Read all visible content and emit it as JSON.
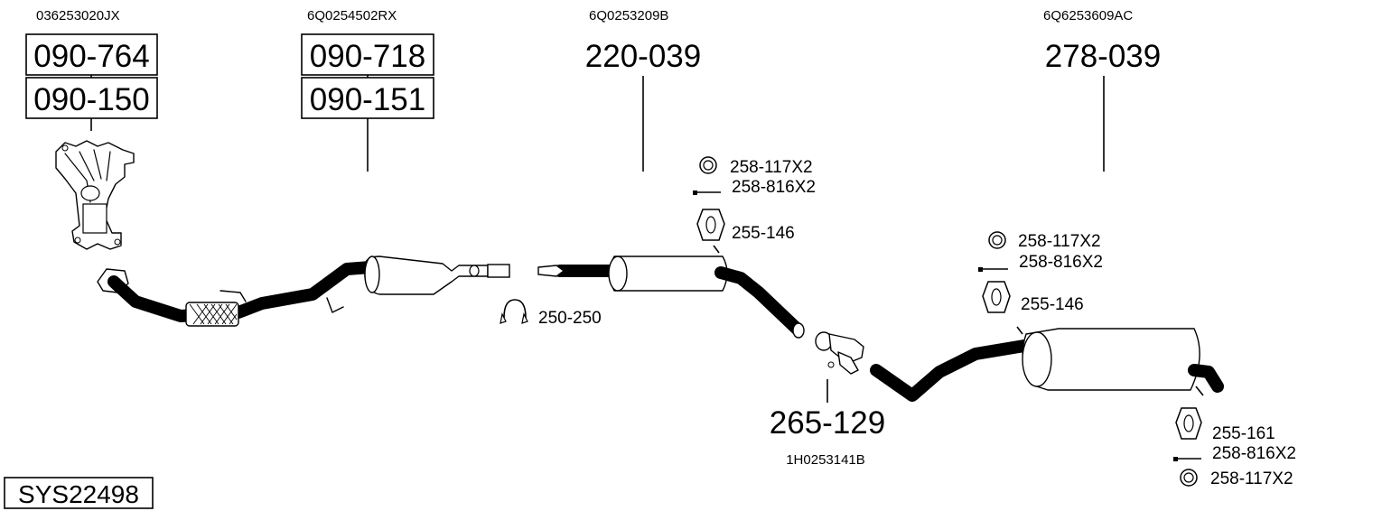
{
  "system_id": "SYS22498",
  "oem_numbers": {
    "manifold": "036253020JX",
    "catalyst": "6Q0254502RX",
    "middle_silencer": "6Q0253209B",
    "rear_silencer": "6Q6253609AC",
    "connector": "1H0253141B"
  },
  "boxed_parts": {
    "manifold_1": "090-764",
    "manifold_2": "090-150",
    "catalyst_1": "090-718",
    "catalyst_2": "090-151"
  },
  "main_parts": {
    "middle_silencer": "220-039",
    "rear_silencer": "278-039",
    "connector": "265-129"
  },
  "accessories": {
    "mid_ring": "258-117X2",
    "mid_bolt": "258-816X2",
    "mid_hanger": "255-146",
    "clamp": "250-250",
    "rear_ring": "258-117X2",
    "rear_bolt": "258-816X2",
    "rear_hanger": "255-146",
    "tail_hanger": "255-161",
    "tail_bolt": "258-816X2",
    "tail_ring": "258-117X2"
  }
}
